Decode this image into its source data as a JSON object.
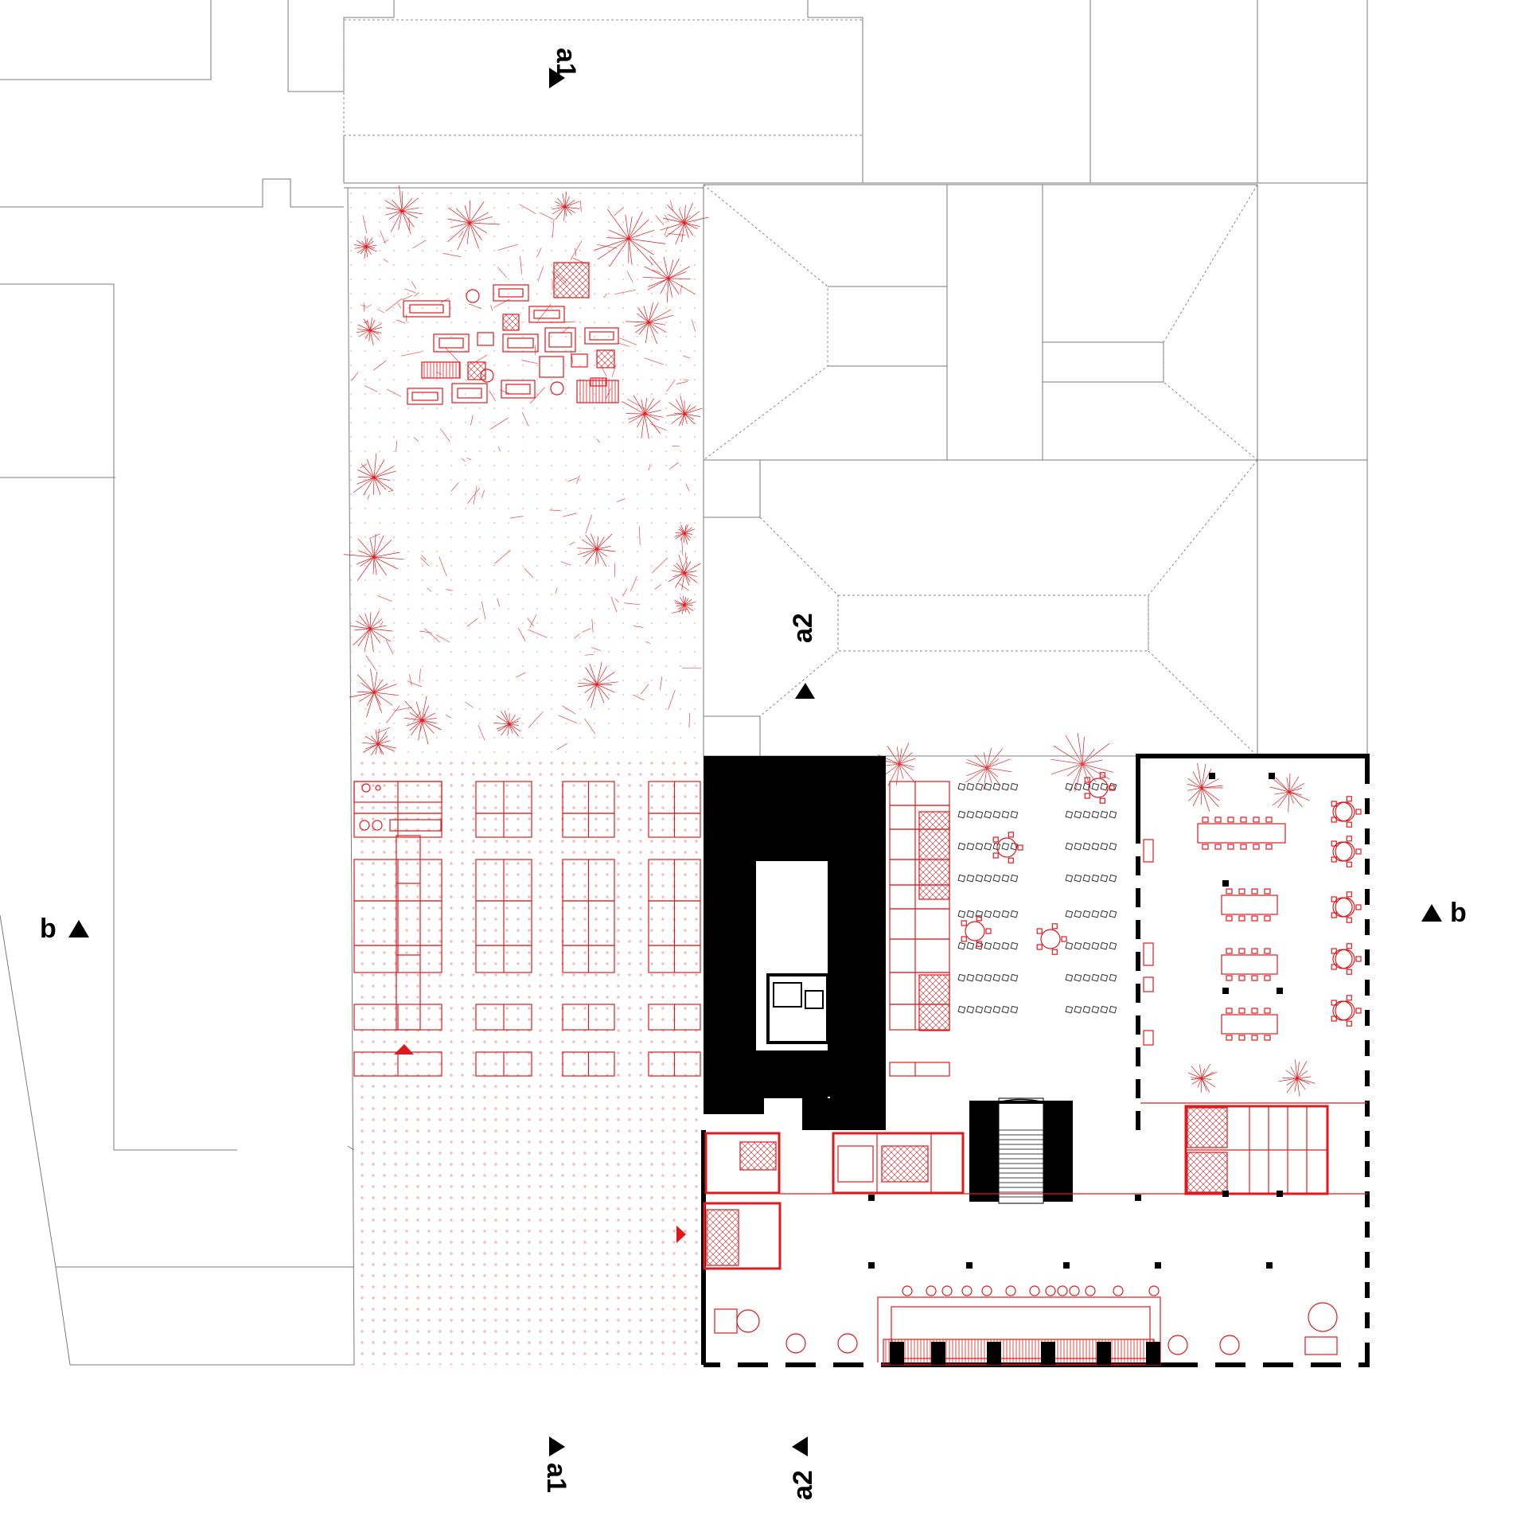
{
  "section_markers": {
    "a1_top": "a1",
    "a1_bottom": "a1",
    "a2_mid": "a2",
    "a2_bottom": "a2",
    "b_left": "b",
    "b_right": "b"
  },
  "colors": {
    "proposal": "#e0191d",
    "context": "#7a7a7a",
    "walls": "#000000"
  }
}
